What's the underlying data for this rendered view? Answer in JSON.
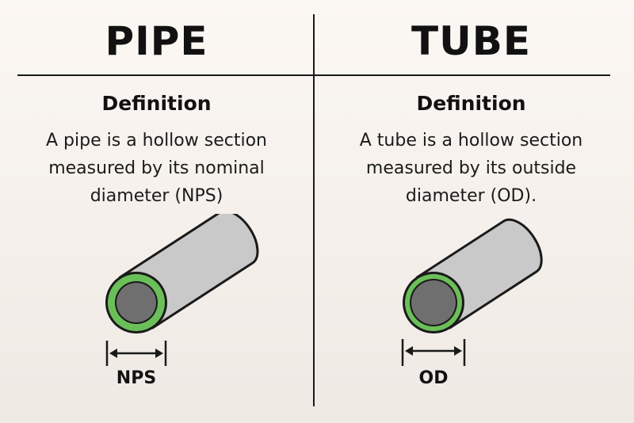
{
  "pipe": {
    "heading": "PIPE",
    "subheading": "Definition",
    "description_lines": [
      "A pipe is a hollow section",
      "measured by its nominal",
      "diameter (NPS)"
    ],
    "dimension_label": "NPS"
  },
  "tube": {
    "heading": "TUBE",
    "subheading": "Definition",
    "description_lines": [
      "A tube is a hollow section",
      "measured by its outside",
      "diameter (OD)."
    ],
    "dimension_label": "OD"
  },
  "colors": {
    "outline": "#1a1a1a",
    "cylinder_body": "#c9c9c9",
    "wall_ring": "#6bbf59",
    "bore": "#6f6f6f"
  },
  "icons": [
    "pipe-cylinder-icon",
    "tube-cylinder-icon",
    "dimension-arrow-icon"
  ]
}
